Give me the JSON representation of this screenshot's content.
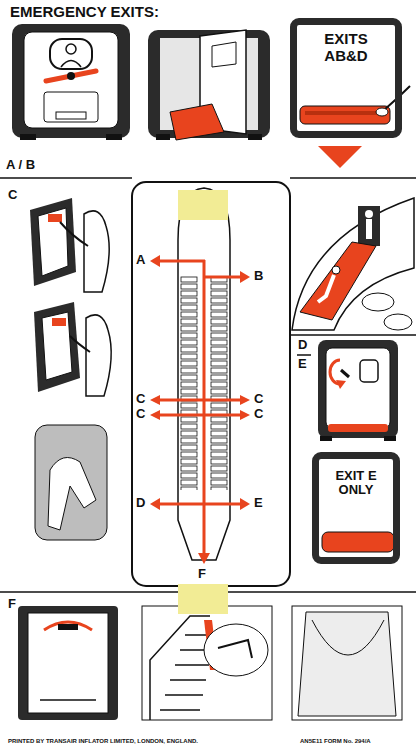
{
  "diagram": {
    "title": "EMERGENCY EXITS:",
    "nodes": [
      {
        "text": [
          "EXITS AB&D"
        ]
      },
      {
        "text": [
          "EXIT E ONLY"
        ]
      }
    ],
    "labels": [
      "A / B",
      "C",
      "A",
      "B",
      "C",
      "C",
      "C",
      "C",
      "D",
      "E",
      "F",
      "D",
      "E",
      "F",
      "PRINTED BY TRANSAIR INFLATOR LIMITED, LONDON, ENGLAND.",
      "AN5E11 FORM No. 294/A"
    ]
  }
}
